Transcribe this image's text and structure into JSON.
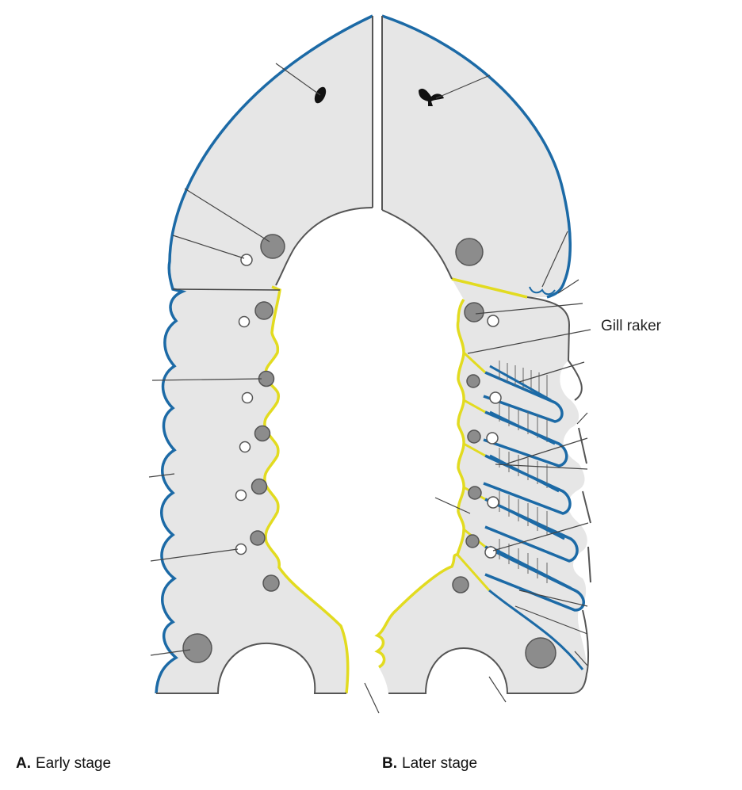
{
  "labels": {
    "gill_raker": "Gill raker"
  },
  "captions": {
    "a_letter": "A.",
    "a_text": "Early stage",
    "b_letter": "B.",
    "b_text": "Later stage"
  },
  "colors": {
    "tissue_fill": "#e6e6e6",
    "ectoderm_outline": "#1c6aa6",
    "endoderm_outline": "#e2db20",
    "vessel_gray": "#8c8c8c",
    "leader_line": "#444444"
  }
}
